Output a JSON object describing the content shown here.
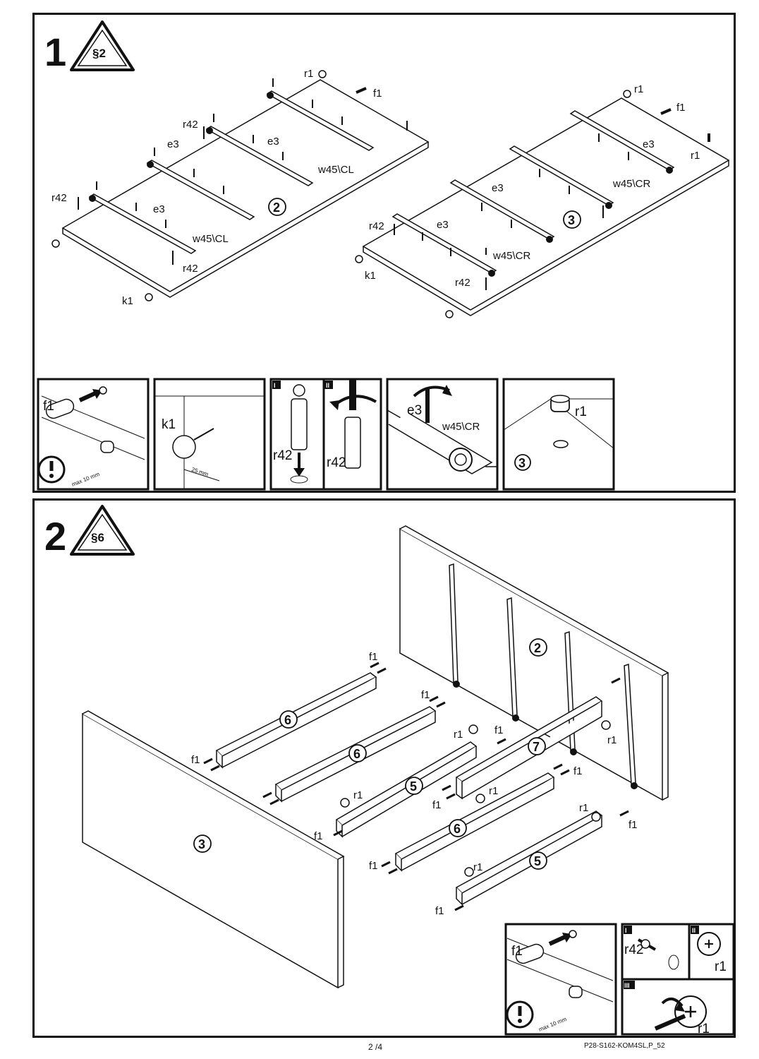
{
  "page": {
    "number": "2 /4",
    "code": "P28-S162-KOM4SL,P_52"
  },
  "step1": {
    "number": "1",
    "badge": "§2",
    "labels": {
      "r1": "r1",
      "f1": "f1",
      "e3": "e3",
      "r42": "r42",
      "k1": "k1",
      "w45_cl": "w45\\CL",
      "w45_cr": "w45\\CR",
      "part2": "2",
      "part3": "3"
    },
    "details": [
      {
        "f1": "f1",
        "note": "max 10 mm"
      },
      {
        "k1": "k1",
        "note": "25 mm"
      },
      {
        "roman1": "I",
        "roman2": "II",
        "r42": "r42"
      },
      {
        "e3": "e3",
        "w45": "w45\\CR"
      },
      {
        "r1": "r1",
        "part": "3"
      }
    ]
  },
  "step2": {
    "number": "2",
    "badge": "§6",
    "labels": {
      "f1": "f1",
      "r1": "r1",
      "part2": "2",
      "part3": "3",
      "part5": "5",
      "part6": "6",
      "part7": "7"
    },
    "details": {
      "f1": "f1",
      "note": "max 10 mm",
      "roman1": "I",
      "roman2": "II",
      "roman3": "III",
      "r42": "r42",
      "r1": "r1"
    }
  }
}
